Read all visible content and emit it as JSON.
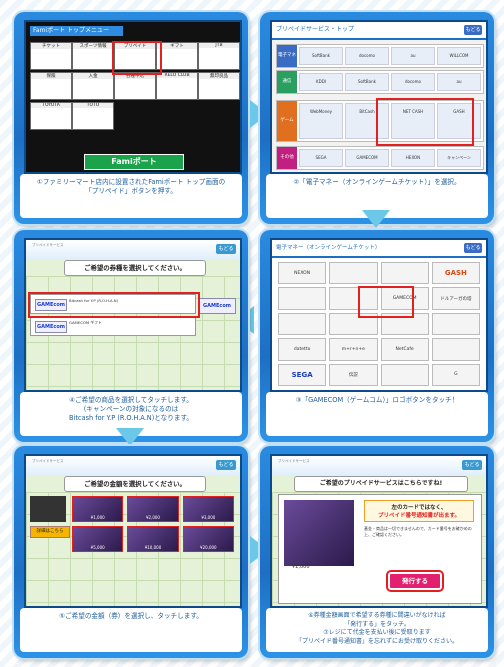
{
  "step1": {
    "menu_title": "Famiポート トップメニュー",
    "tiles": [
      "チケット",
      "スポーツ情報",
      "プリペイド",
      "ギフト",
      "JTB",
      "保険",
      "入金",
      "各種申込",
      "RELO CLUB",
      "無印良品",
      "TOYOTA",
      "TOTO"
    ],
    "logo": "Famiポート",
    "caption_line1": "①ファミリーマート店内に設置されたFamiポート トップ画面の",
    "caption_line2": "「プリペイド」ボタンを押す。"
  },
  "step2": {
    "header": "プリペイドサービス・トップ",
    "back": "もどる",
    "rows": [
      {
        "label": "電子マネー",
        "cells": [
          "SoftBank",
          "docomo",
          "au",
          "WILLCOM"
        ]
      },
      {
        "label": "通信",
        "cells": [
          "KDDI",
          "SoftBank",
          "docomo",
          "au"
        ]
      },
      {
        "label": "ゲーム",
        "cells": [
          "WebMoney",
          "BitCash",
          "NET CASH",
          "GASH"
        ]
      },
      {
        "label": "その他",
        "cells": [
          "SEGA",
          "GAMECOM",
          "HEXON",
          "キャンペーン"
        ]
      }
    ],
    "caption_line1": "②「電子マネー（オンラインゲームチケット）」を選択。"
  },
  "step3": {
    "header": "電子マネー（オンラインゲームチケット）",
    "back": "もどる",
    "tiles": [
      "NEXON",
      "",
      "",
      "GASH",
      "",
      "",
      "GAMECOM",
      "ドルアーガの塔",
      "",
      "",
      "",
      "",
      "datetto",
      "m+r+n+e",
      "NetCafe",
      "",
      "SEGA",
      "伝説",
      "",
      "G"
    ],
    "caption_line1": "③「GAMECOM（ゲームコム）」ロゴボタンをタッチ！"
  },
  "step4": {
    "tab": "プリペイドサービス",
    "back": "もどる",
    "prompt": "ご希望の券種を選択してください。",
    "card1": {
      "logo": "GAMEcom",
      "text": "Bitcash for Y.P (R.O.H.A.N)"
    },
    "card2": {
      "logo": "GAMEcom",
      "text": "GAMECOM ギフト"
    },
    "caption_line1": "④ご希望の商品を選択してタッチします。",
    "caption_line2": "(キャンペーンの対象になるのは",
    "caption_line3": "Bitcash for Y.P (R.O.H.A.N)となります。"
  },
  "step5": {
    "tab": "プリペイドサービス",
    "back": "もどる",
    "prompt": "ご希望の金額を選択してください。",
    "detail": "詳細はこちら",
    "amounts": [
      "¥1,000",
      "¥2,000",
      "¥3,000",
      "¥5,000",
      "¥10,000",
      "¥20,000"
    ],
    "caption_line1": "⑤ご希望の金額（券）を選択し、タッチします。"
  },
  "step6": {
    "tab": "プリペイドサービス",
    "back": "もどる",
    "prompt": "ご希望のプリペイドサービスはこちらですね!",
    "price": "¥1,000",
    "note_line1": "左のカードではなく、",
    "note_line2": "プリペイド番号通知書が出ます。",
    "desc": "基金・商品は一切できませんので、カード番号をお確かめの上、ご確認ください。",
    "button": "発行する",
    "caption_line1": "⑥券種金額画面で希望する券種に間違いがなければ",
    "caption_line2": "「発行する」をタッチ。",
    "caption_line3": "⑦レジにて代金を支払い後に受取ります",
    "caption_line4": "「プリペイド番号通知書」を忘れずにお受け取りください。"
  }
}
